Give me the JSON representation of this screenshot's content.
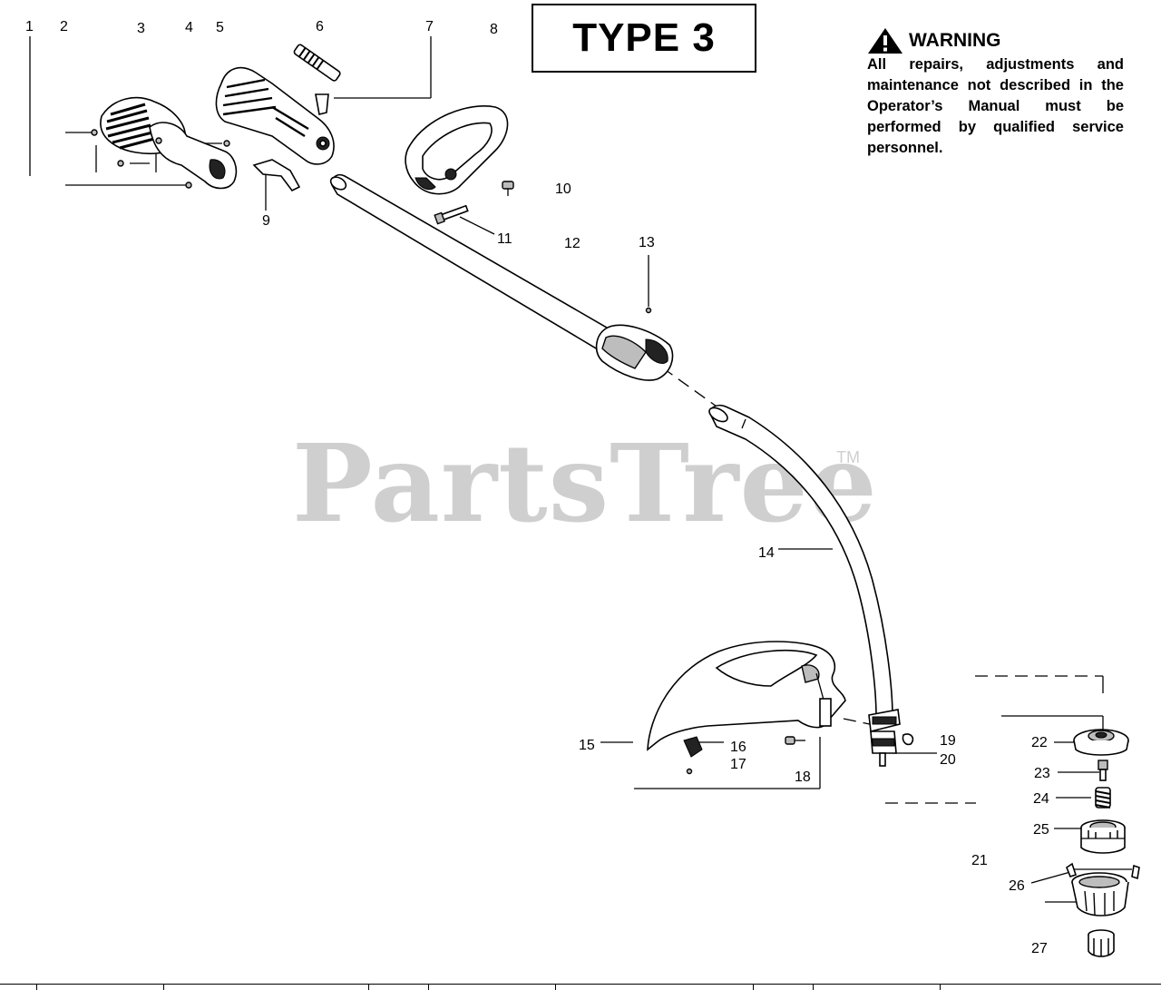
{
  "type_box": {
    "label": "TYPE 3"
  },
  "warning": {
    "title": "WARNING",
    "body": "All repairs, adjustments and maintenance not described in the Operator’s Manual must be performed by qualified service personnel."
  },
  "watermark": {
    "text": "PartsTree",
    "tm": "TM"
  },
  "callouts": [
    "1",
    "2",
    "3",
    "4",
    "5",
    "6",
    "7",
    "8",
    "9",
    "10",
    "11",
    "12",
    "13",
    "14",
    "15",
    "16",
    "17",
    "18",
    "19",
    "20",
    "21",
    "22",
    "23",
    "24",
    "25",
    "26",
    "27"
  ]
}
